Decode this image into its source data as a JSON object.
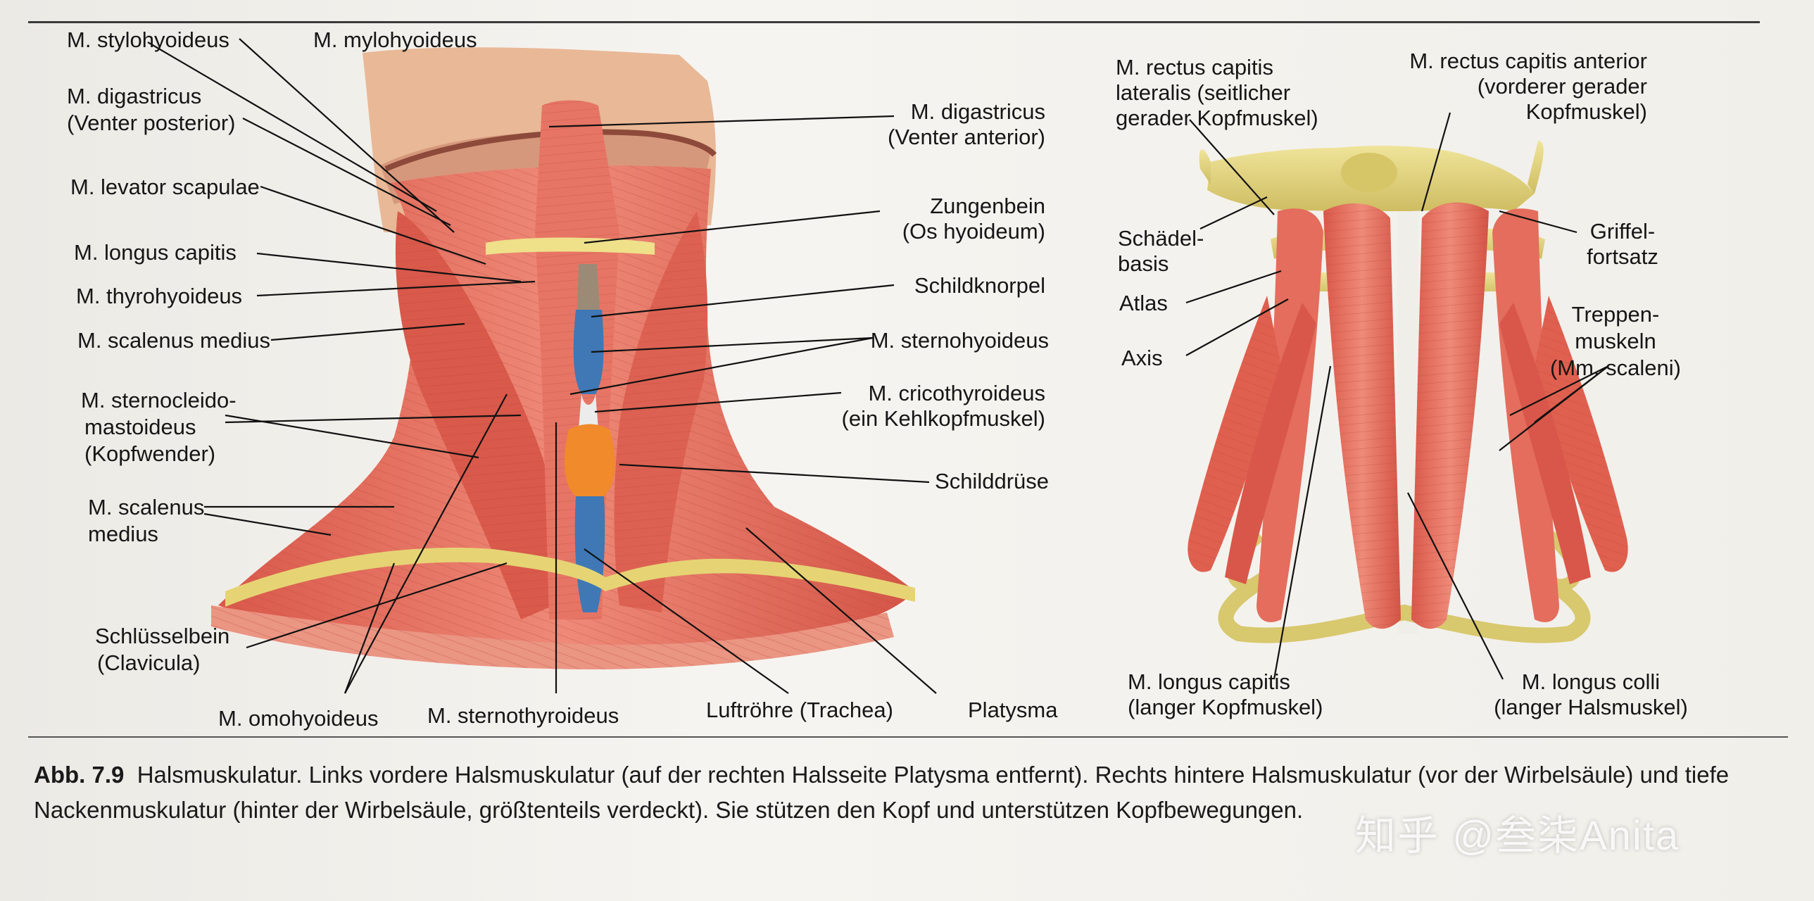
{
  "labels": {
    "stylohyoideus": "M. stylohyoideus",
    "mylohyoideus": "M. mylohyoideus",
    "digastricus_post_1": "M. digastricus",
    "digastricus_post_2": "(Venter posterior)",
    "levator_scapulae": "M. levator scapulae",
    "longus_capitis_left": "M. longus capitis",
    "thyrohyoideus": "M. thyrohyoideus",
    "scalenus_medius_1": "M. scalenus medius",
    "sternocleido_1": "M. sternocleido-",
    "sternocleido_2": "mastoideus",
    "sternocleido_3": "(Kopfwender)",
    "scalenus_medius_2a": "M. scalenus",
    "scalenus_medius_2b": "medius",
    "clavicula_1": "Schlüsselbein",
    "clavicula_2": "(Clavicula)",
    "omohyoideus": "M. omohyoideus",
    "sternothyroideus": "M. sternothyroideus",
    "trachea": "Luftröhre (Trachea)",
    "platysma": "Platysma",
    "digastricus_ant_1": "M. digastricus",
    "digastricus_ant_2": "(Venter anterior)",
    "hyoid_1": "Zungenbein",
    "hyoid_2": "(Os hyoideum)",
    "schildknorpel": "Schildknorpel",
    "sternohyoideus": "M. sternohyoideus",
    "cricothyroideus_1": "M. cricothyroideus",
    "cricothyroideus_2": "(ein Kehlkopfmuskel)",
    "schilddruse": "Schilddrüse",
    "rectus_lat_1": "M. rectus capitis",
    "rectus_lat_2": "lateralis (seitlicher",
    "rectus_lat_3": "gerader Kopfmuskel)",
    "rectus_ant_1": "M. rectus capitis anterior",
    "rectus_ant_2": "(vorderer gerader",
    "rectus_ant_3": "Kopfmuskel)",
    "schadelbasis_1": "Schädel-",
    "schadelbasis_2": "basis",
    "griffel_1": "Griffel-",
    "griffel_2": "fortsatz",
    "atlas": "Atlas",
    "axis": "Axis",
    "treppen_1": "Treppen-",
    "treppen_2": "muskeln",
    "treppen_3": "(Mm. scaleni)",
    "longus_capitis_right_1": "M. longus capitis",
    "longus_capitis_right_2": "(langer Kopfmuskel)",
    "longus_colli_1": "M. longus colli",
    "longus_colli_2": "(langer Halsmuskel)"
  },
  "caption": {
    "number": "Abb. 7.9",
    "line1": "Halsmuskulatur. Links vordere Halsmuskulatur (auf der rechten Halsseite Platysma entfernt). Rechts hintere Halsmuskulatur (vor der Wirbelsäule) und tiefe",
    "line2": "Nackenmuskulatur (hinter der Wirbelsäule, größtenteils verdeckt). Sie stützen den Kopf und unterstützen Kopfbewegungen."
  },
  "watermark": "知乎 @叁柒Anita",
  "colors": {
    "muscle": "#e2695a",
    "muscle_dark": "#c94a3e",
    "muscle_light": "#f2a090",
    "bone": "#e6d77e",
    "trachea": "#3f78b5",
    "thyroid": "#f08a2a",
    "skin": "#e8b48f"
  }
}
